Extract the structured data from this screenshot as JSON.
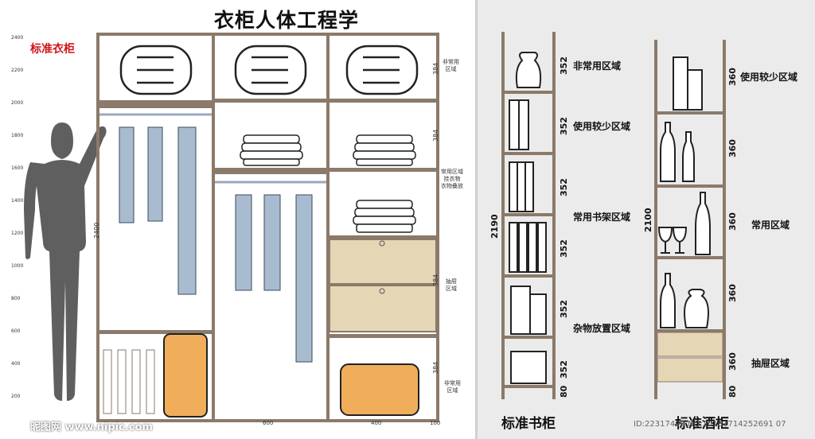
{
  "title": "衣柜人体工程学",
  "wardrobe": {
    "label": "标准衣柜",
    "ruler_ticks": [
      "2400",
      "2200",
      "2000",
      "1800",
      "1600",
      "1400",
      "1200",
      "1000",
      "800",
      "600",
      "400",
      "200"
    ],
    "height_dim": "2400",
    "bottom_dims": [
      "600",
      "400"
    ],
    "base_dim": "100",
    "right_dims": [
      "384",
      "384",
      "384",
      "384"
    ],
    "notes": [
      "非常用\n区域",
      "常用区域\n挂衣物\n衣物叠放",
      "抽屉\n区域",
      "非常用\n区域"
    ]
  },
  "bookcase": {
    "title": "标准书柜",
    "total": "2190",
    "dims": [
      "352",
      "352",
      "352",
      "352",
      "352",
      "352",
      "80"
    ],
    "zones": [
      "非常用区域",
      "使用较少区域",
      "常用书架区域",
      "杂物放置区域"
    ]
  },
  "winecase": {
    "title": "标准酒柜",
    "total": "2100",
    "dims": [
      "360",
      "360",
      "360",
      "360",
      "360",
      "80"
    ],
    "zones": [
      "使用较少区域",
      "常用区域",
      "抽屉区域"
    ]
  },
  "watermark": {
    "site": "昵图网 www.nipic.com",
    "id": "ID:22317490 NO:20181714252691 07"
  },
  "colors": {
    "frame": "#8b7a6a",
    "drawer": "#e5d6b6",
    "shirt": "#a9bccf",
    "luggage": "#f0ae5a",
    "human": "#5f5f5f"
  }
}
